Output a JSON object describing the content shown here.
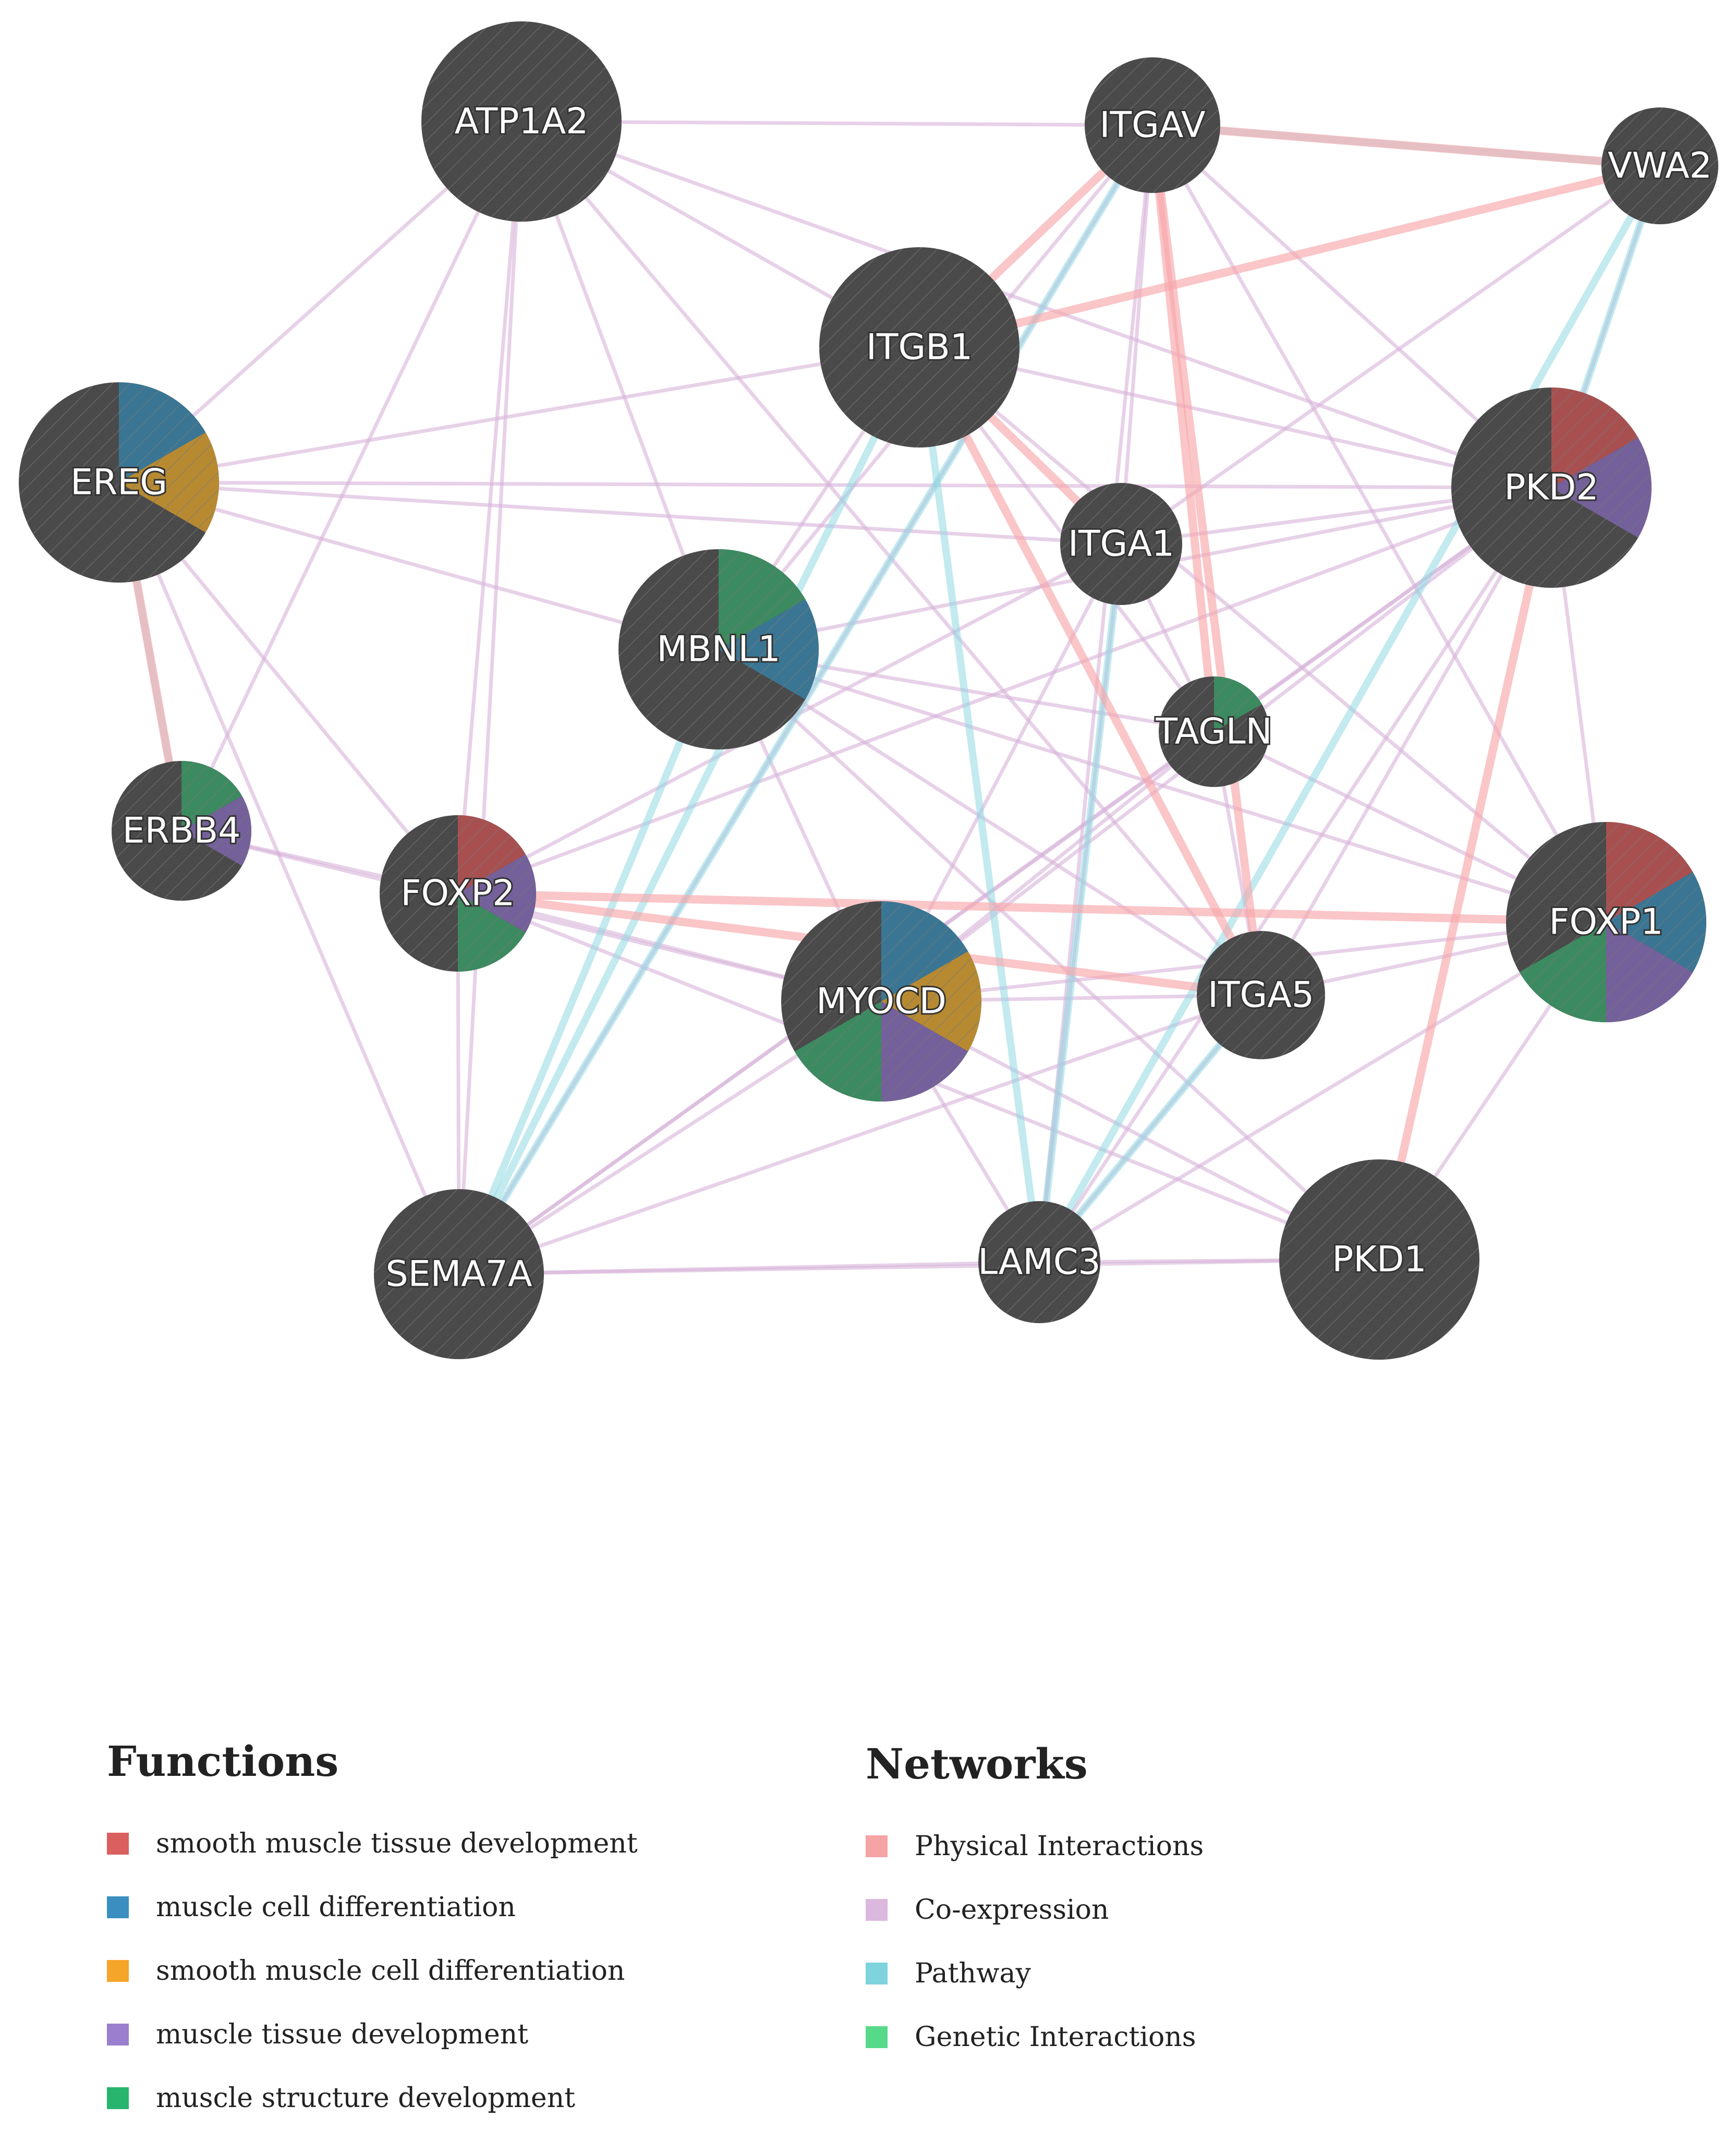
{
  "nodes": [
    {
      "id": "ATP1A2",
      "label": "ATP1A2",
      "functions": []
    },
    {
      "id": "ITGAV",
      "label": "ITGAV",
      "functions": []
    },
    {
      "id": "VWA2",
      "label": "VWA2",
      "functions": []
    },
    {
      "id": "ITGB1",
      "label": "ITGB1",
      "functions": []
    },
    {
      "id": "EREG",
      "label": "EREG",
      "functions": [
        "muscle cell differentiation",
        "smooth muscle cell differentiation"
      ]
    },
    {
      "id": "PKD2",
      "label": "PKD2",
      "functions": [
        "smooth muscle tissue development",
        "muscle tissue development"
      ]
    },
    {
      "id": "ITGA1",
      "label": "ITGA1",
      "functions": []
    },
    {
      "id": "MBNL1",
      "label": "MBNL1",
      "functions": [
        "muscle structure development",
        "muscle cell differentiation"
      ]
    },
    {
      "id": "TAGLN",
      "label": "TAGLN",
      "functions": [
        "muscle structure development"
      ]
    },
    {
      "id": "ERBB4",
      "label": "ERBB4",
      "functions": [
        "muscle structure development",
        "muscle tissue development"
      ]
    },
    {
      "id": "FOXP2",
      "label": "FOXP2",
      "functions": [
        "smooth muscle tissue development",
        "muscle tissue development",
        "muscle structure development"
      ]
    },
    {
      "id": "FOXP1",
      "label": "FOXP1",
      "functions": [
        "smooth muscle tissue development",
        "muscle cell differentiation",
        "muscle tissue development",
        "muscle structure development"
      ]
    },
    {
      "id": "MYOCD",
      "label": "MYOCD",
      "functions": [
        "muscle cell differentiation",
        "smooth muscle cell differentiation",
        "muscle tissue development",
        "muscle structure development"
      ]
    },
    {
      "id": "ITGA5",
      "label": "ITGA5",
      "functions": []
    },
    {
      "id": "SEMA7A",
      "label": "SEMA7A",
      "functions": []
    },
    {
      "id": "LAMC3",
      "label": "LAMC3",
      "functions": []
    },
    {
      "id": "PKD1",
      "label": "PKD1",
      "functions": []
    }
  ],
  "edges": {
    "physical": [
      [
        "ITGB1",
        "ITGAV"
      ],
      [
        "ITGB1",
        "VWA2"
      ],
      [
        "ITGAV",
        "VWA2"
      ],
      [
        "ITGB1",
        "ITGA5"
      ],
      [
        "ITGAV",
        "ITGA5"
      ],
      [
        "FOXP2",
        "FOXP1"
      ],
      [
        "FOXP2",
        "ITGA5"
      ],
      [
        "PKD2",
        "PKD1"
      ],
      [
        "EREG",
        "ERBB4"
      ],
      [
        "ITGB1",
        "ITGA1"
      ],
      [
        "ITGAV",
        "TAGLN"
      ]
    ],
    "coexpression": [
      [
        "ATP1A2",
        "ITGB1"
      ],
      [
        "ATP1A2",
        "MBNL1"
      ],
      [
        "ATP1A2",
        "PKD2"
      ],
      [
        "ATP1A2",
        "FOXP2"
      ],
      [
        "ATP1A2",
        "SEMA7A"
      ],
      [
        "ATP1A2",
        "ITGA5"
      ],
      [
        "ATP1A2",
        "EREG"
      ],
      [
        "ATP1A2",
        "ITGAV"
      ],
      [
        "ITGAV",
        "PKD2"
      ],
      [
        "ITGAV",
        "MBNL1"
      ],
      [
        "ITGAV",
        "FOXP1"
      ],
      [
        "ITGAV",
        "ITGA1"
      ],
      [
        "ITGAV",
        "SEMA7A"
      ],
      [
        "ITGAV",
        "LAMC3"
      ],
      [
        "ITGB1",
        "PKD2"
      ],
      [
        "ITGB1",
        "MBNL1"
      ],
      [
        "ITGB1",
        "FOXP1"
      ],
      [
        "ITGB1",
        "TAGLN"
      ],
      [
        "ITGB1",
        "EREG"
      ],
      [
        "EREG",
        "PKD2"
      ],
      [
        "EREG",
        "MBNL1"
      ],
      [
        "EREG",
        "FOXP2"
      ],
      [
        "EREG",
        "ITGA1"
      ],
      [
        "EREG",
        "SEMA7A"
      ],
      [
        "PKD2",
        "MBNL1"
      ],
      [
        "PKD2",
        "ITGA1"
      ],
      [
        "PKD2",
        "ITGA5"
      ],
      [
        "PKD2",
        "MYOCD"
      ],
      [
        "PKD2",
        "FOXP2"
      ],
      [
        "PKD2",
        "LAMC3"
      ],
      [
        "PKD2",
        "SEMA7A"
      ],
      [
        "PKD2",
        "FOXP1"
      ],
      [
        "PKD2",
        "TAGLN"
      ],
      [
        "ITGA1",
        "TAGLN"
      ],
      [
        "ITGA1",
        "MYOCD"
      ],
      [
        "ITGA1",
        "LAMC3"
      ],
      [
        "ITGA1",
        "FOXP2"
      ],
      [
        "MBNL1",
        "MYOCD"
      ],
      [
        "MBNL1",
        "FOXP1"
      ],
      [
        "MBNL1",
        "TAGLN"
      ],
      [
        "MBNL1",
        "ITGA5"
      ],
      [
        "MBNL1",
        "PKD1"
      ],
      [
        "TAGLN",
        "FOXP1"
      ],
      [
        "TAGLN",
        "MYOCD"
      ],
      [
        "TAGLN",
        "SEMA7A"
      ],
      [
        "TAGLN",
        "ITGA5"
      ],
      [
        "ERBB4",
        "FOXP2"
      ],
      [
        "ERBB4",
        "MYOCD"
      ],
      [
        "ERBB4",
        "ATP1A2"
      ],
      [
        "FOXP2",
        "MYOCD"
      ],
      [
        "FOXP2",
        "SEMA7A"
      ],
      [
        "FOXP2",
        "PKD1"
      ],
      [
        "MYOCD",
        "ITGA5"
      ],
      [
        "MYOCD",
        "FOXP1"
      ],
      [
        "MYOCD",
        "SEMA7A"
      ],
      [
        "MYOCD",
        "LAMC3"
      ],
      [
        "MYOCD",
        "PKD1"
      ],
      [
        "ITGA5",
        "FOXP1"
      ],
      [
        "ITGA5",
        "SEMA7A"
      ],
      [
        "ITGA5",
        "LAMC3"
      ],
      [
        "SEMA7A",
        "LAMC3"
      ],
      [
        "SEMA7A",
        "PKD1"
      ],
      [
        "LAMC3",
        "PKD1"
      ],
      [
        "FOXP1",
        "PKD1"
      ],
      [
        "FOXP1",
        "LAMC3"
      ],
      [
        "VWA2",
        "PKD2"
      ],
      [
        "VWA2",
        "ITGA1"
      ]
    ],
    "pathway": [
      [
        "ITGB1",
        "SEMA7A"
      ],
      [
        "ITGB1",
        "LAMC3"
      ],
      [
        "ITGAV",
        "SEMA7A"
      ],
      [
        "ITGAV",
        "VWA2"
      ],
      [
        "VWA2",
        "PKD2"
      ],
      [
        "VWA2",
        "LAMC3"
      ],
      [
        "EREG",
        "ERBB4"
      ],
      [
        "ITGA1",
        "LAMC3"
      ],
      [
        "ITGA5",
        "LAMC3"
      ],
      [
        "MBNL1",
        "SEMA7A"
      ]
    ],
    "genetic": []
  },
  "legend": {
    "functions_title": "Functions",
    "functions": [
      {
        "label": "smooth muscle tissue development",
        "color": "#d9605e"
      },
      {
        "label": "muscle cell differentiation",
        "color": "#3b8fc0"
      },
      {
        "label": "smooth muscle cell differentiation",
        "color": "#f5a52a"
      },
      {
        "label": "muscle tissue development",
        "color": "#9b7fcf"
      },
      {
        "label": "muscle structure development",
        "color": "#27b56e"
      }
    ],
    "networks_title": "Networks",
    "networks": [
      {
        "label": "Physical Interactions",
        "color": "#f5a3a5"
      },
      {
        "label": "Co-expression",
        "color": "#dbb8dd"
      },
      {
        "label": "Pathway",
        "color": "#7fd3dd"
      },
      {
        "label": "Genetic Interactions",
        "color": "#57d98a"
      }
    ]
  },
  "colors": {
    "node": "#4a4a4a",
    "pie": {
      "smooth muscle tissue development": "#a85050",
      "muscle cell differentiation": "#3a7694",
      "smooth muscle cell differentiation": "#b78a32",
      "muscle tissue development": "#74609a",
      "muscle structure development": "#3c8a60"
    },
    "edge": {
      "physical": "#f8a8aa",
      "coexpression": "#d7b2d9",
      "pathway": "#8fd9e2",
      "genetic": "#57d98a"
    }
  }
}
